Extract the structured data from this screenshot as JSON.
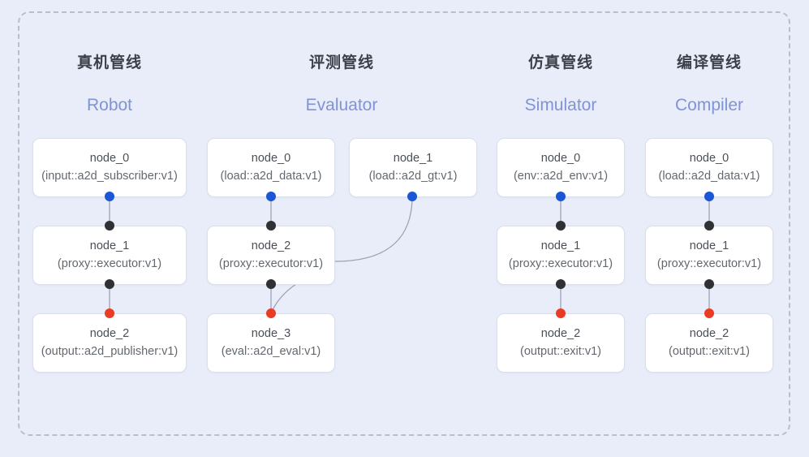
{
  "canvas": {
    "background": "#e8edf9",
    "frame_border_color": "#b6bfd0",
    "accent_blue": "#1a56d6",
    "accent_red": "#ea3b24",
    "accent_black": "#2f3135",
    "header_en_color": "#7f93d6",
    "header_cn_color": "#3c4149",
    "node_bg": "#ffffff",
    "node_border": "#dadfe9",
    "edge_color": "#9aa3b4"
  },
  "columns": [
    {
      "title_cn": "真机管线",
      "title_en": "Robot",
      "nodes": [
        {
          "id": "node_0",
          "type": "(input::a2d_subscriber:v1)"
        },
        {
          "id": "node_1",
          "type": "(proxy::executor:v1)"
        },
        {
          "id": "node_2",
          "type": "(output::a2d_publisher:v1)"
        }
      ]
    },
    {
      "title_cn": "评测管线",
      "title_en": "Evaluator",
      "nodes": [
        {
          "id": "node_0",
          "type": "(load::a2d_data:v1)"
        },
        {
          "id": "node_1",
          "type": "(load::a2d_gt:v1)"
        },
        {
          "id": "node_2",
          "type": "(proxy::executor:v1)"
        },
        {
          "id": "node_3",
          "type": "(eval::a2d_eval:v1)"
        }
      ]
    },
    {
      "title_cn": "仿真管线",
      "title_en": "Simulator",
      "nodes": [
        {
          "id": "node_0",
          "type": "(env::a2d_env:v1)"
        },
        {
          "id": "node_1",
          "type": "(proxy::executor:v1)"
        },
        {
          "id": "node_2",
          "type": "(output::exit:v1)"
        }
      ]
    },
    {
      "title_cn": "编译管线",
      "title_en": "Compiler",
      "nodes": [
        {
          "id": "node_0",
          "type": "(load::a2d_data:v1)"
        },
        {
          "id": "node_1",
          "type": "(proxy::executor:v1)"
        },
        {
          "id": "node_2",
          "type": "(output::exit:v1)"
        }
      ]
    }
  ]
}
